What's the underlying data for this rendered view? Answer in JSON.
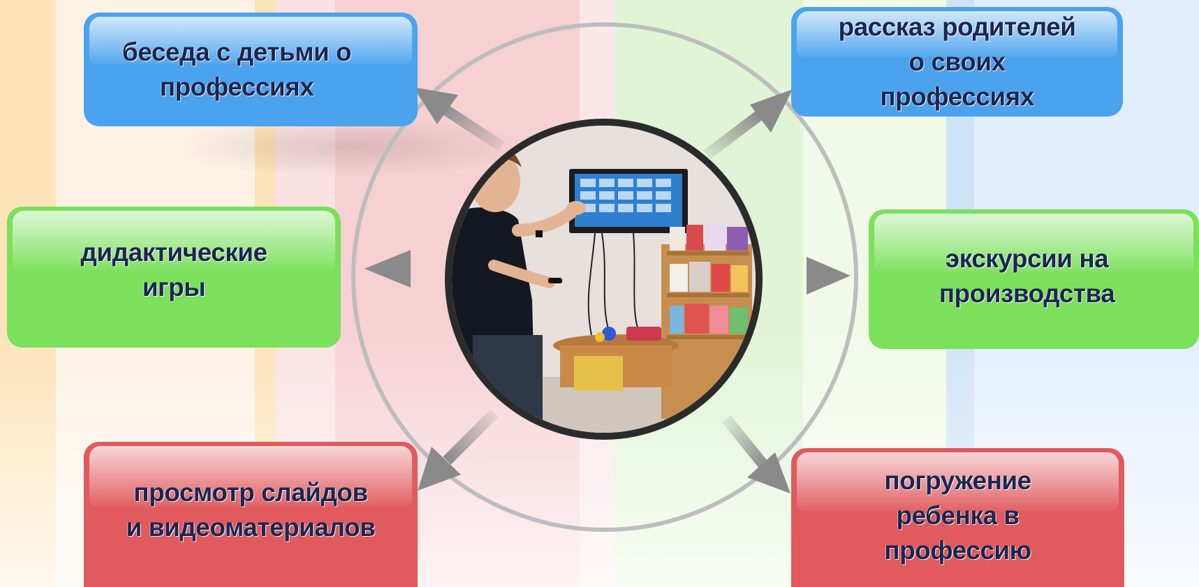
{
  "boxes": {
    "top_left": "беседа с детьми о\nпрофессиях",
    "top_right": "рассказ родителей\nо своих\nпрофессиях",
    "mid_left": "дидактические\nигры",
    "mid_right": "экскурсии на\nпроизводства",
    "bottom_left": "просмотр слайдов\nи видеоматериалов",
    "bottom_right": "погружение\nребенка в\nпрофессию"
  },
  "colors": {
    "blue": "#4ba3ee",
    "green": "#7be05b",
    "red": "#e05a5e",
    "ring": "#bdbdbd",
    "arrow": "#8a8a8a"
  },
  "center_image": {
    "icon": "photo-man-presenting-tv"
  }
}
